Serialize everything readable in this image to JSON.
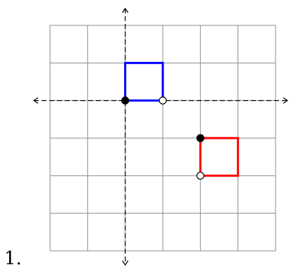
{
  "item_label": "1.",
  "grid": {
    "cols": 6,
    "rows": 6
  },
  "colors": {
    "grid_line": "#8c8c8c",
    "axis": "#000000",
    "blue_square": "#0000ff",
    "red_square": "#ff0000",
    "point": "#000000"
  },
  "figures": [
    {
      "name": "blue-square",
      "color_key": "blue_square",
      "col": 2,
      "row": 1,
      "size": 1
    },
    {
      "name": "red-square",
      "color_key": "red_square",
      "col": 4,
      "row": 3,
      "size": 1
    }
  ],
  "points": [
    {
      "name": "filled-point-blue",
      "col": 2,
      "row": 2,
      "filled": true
    },
    {
      "name": "open-point-blue",
      "col": 3,
      "row": 2,
      "filled": false
    },
    {
      "name": "filled-point-red",
      "col": 4,
      "row": 3,
      "filled": true
    },
    {
      "name": "open-point-red",
      "col": 4,
      "row": 4,
      "filled": false
    }
  ]
}
